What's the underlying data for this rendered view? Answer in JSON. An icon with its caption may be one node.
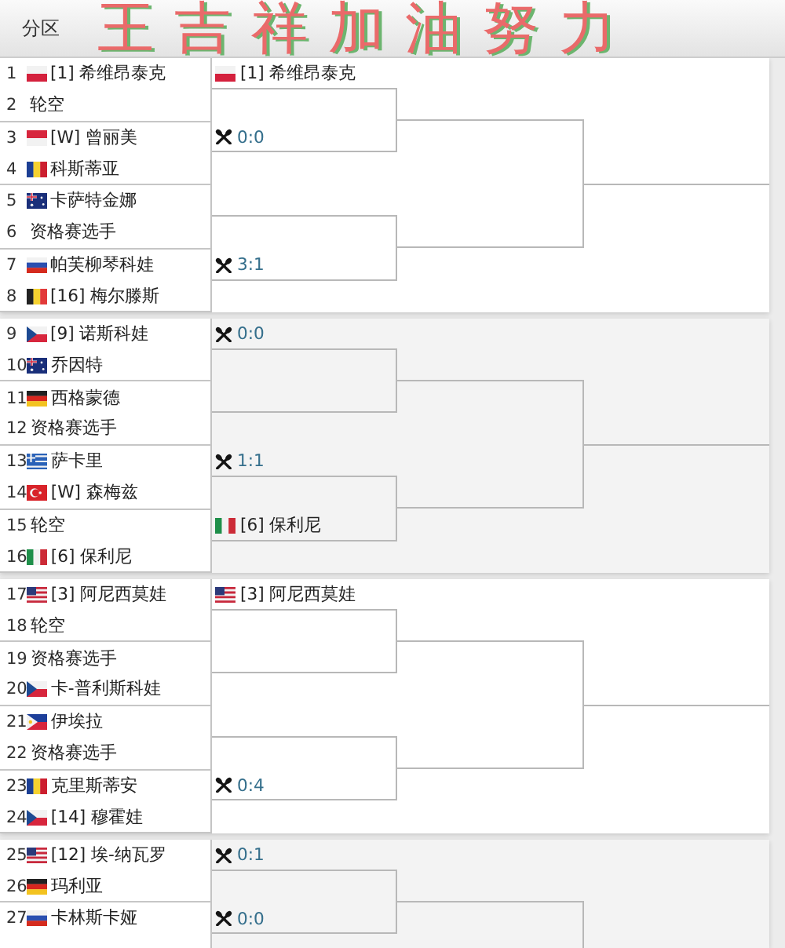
{
  "diagram": {
    "title": "王吉祥加油努力",
    "nodes": [
      {
        "text": [
          "1",
          "[1] 希维昂泰克"
        ]
      },
      {
        "text": [
          "2",
          "轮空"
        ]
      },
      {
        "text": [
          "3",
          "[W] 曾丽美"
        ]
      },
      {
        "text": [
          "4",
          "科斯蒂亚"
        ]
      },
      {
        "text": [
          "5",
          "卡萨特金娜"
        ]
      },
      {
        "text": [
          "6",
          "资格赛选手"
        ]
      },
      {
        "text": [
          "7",
          "帕芙柳琴科娃"
        ]
      },
      {
        "text": [
          "8",
          "[16] 梅尔滕斯"
        ]
      },
      {
        "text": [
          "9",
          "[9] 诺斯科娃"
        ]
      },
      {
        "text": [
          "10",
          "乔因特"
        ]
      },
      {
        "text": [
          "11",
          "西格蒙德"
        ]
      },
      {
        "text": [
          "12",
          "资格赛选手"
        ]
      },
      {
        "text": [
          "13",
          "萨卡里"
        ]
      },
      {
        "text": [
          "14",
          "[W] 森梅兹"
        ]
      },
      {
        "text": [
          "15",
          "轮空"
        ]
      },
      {
        "text": [
          "16",
          "[6] 保利尼"
        ]
      },
      {
        "text": [
          "17",
          "[3] 阿尼西莫娃"
        ]
      },
      {
        "text": [
          "18",
          "轮空"
        ]
      },
      {
        "text": [
          "19",
          "资格赛选手"
        ]
      },
      {
        "text": [
          "20",
          "卡-普利斯科娃"
        ]
      },
      {
        "text": [
          "21",
          "伊埃拉"
        ]
      },
      {
        "text": [
          "22",
          "资格赛选手"
        ]
      },
      {
        "text": [
          "23",
          "克里斯蒂安"
        ]
      },
      {
        "text": [
          "24",
          "[14] 穆霍娃"
        ]
      },
      {
        "text": [
          "25",
          "[12] 埃-纳瓦罗"
        ]
      },
      {
        "text": [
          "26",
          "玛利亚"
        ]
      },
      {
        "text": [
          "27",
          "卡林斯卡娅"
        ]
      },
      {
        "text": [
          "[1] 希维昂泰克"
        ]
      },
      {
        "text": [
          "0:0"
        ]
      },
      {
        "text": [],
        "shape": "line"
      },
      {
        "text": [
          "3:1"
        ]
      },
      {
        "text": [
          "0:0"
        ]
      },
      {
        "text": [],
        "shape": "line"
      },
      {
        "text": [
          "1:1"
        ]
      },
      {
        "text": [
          "[6] 保利尼"
        ]
      },
      {
        "text": [
          "[3] 阿尼西莫娃"
        ]
      },
      {
        "text": [],
        "shape": "line"
      },
      {
        "text": [],
        "shape": "line"
      },
      {
        "text": [
          "0:4"
        ]
      },
      {
        "text": [
          "0:1"
        ]
      },
      {
        "text": [
          "0:0"
        ]
      },
      {
        "text": [],
        "shape": "line"
      },
      {
        "text": [],
        "shape": "line"
      },
      {
        "text": [],
        "shape": "line"
      },
      {
        "text": [],
        "shape": "line"
      },
      {
        "text": [],
        "shape": "line"
      },
      {
        "text": [],
        "shape": "line"
      },
      {
        "text": [],
        "shape": "line"
      },
      {
        "text": [],
        "shape": "line"
      },
      {
        "text": [],
        "shape": "line"
      },
      {
        "text": [],
        "shape": "line"
      }
    ],
    "edges": [
      {
        "from": 27,
        "to": 41,
        "arrow": "none"
      },
      {
        "from": 28,
        "to": 41,
        "arrow": "none"
      },
      {
        "from": 29,
        "to": 42,
        "arrow": "none"
      },
      {
        "from": 30,
        "to": 42,
        "arrow": "none"
      },
      {
        "from": 31,
        "to": 43,
        "arrow": "none"
      },
      {
        "from": 32,
        "to": 43,
        "arrow": "none"
      },
      {
        "from": 33,
        "to": 44,
        "arrow": "none"
      },
      {
        "from": 34,
        "to": 44,
        "arrow": "none"
      },
      {
        "from": 35,
        "to": 45,
        "arrow": "none"
      },
      {
        "from": 36,
        "to": 45,
        "arrow": "none"
      },
      {
        "from": 37,
        "to": 46,
        "arrow": "none"
      },
      {
        "from": 38,
        "to": 46,
        "arrow": "none"
      },
      {
        "from": 39,
        "to": 47,
        "arrow": "none"
      },
      {
        "from": 40,
        "to": 47,
        "arrow": "none"
      },
      {
        "from": 41,
        "to": 48,
        "arrow": "none"
      },
      {
        "from": 42,
        "to": 48,
        "arrow": "none"
      },
      {
        "from": 43,
        "to": 49,
        "arrow": "none"
      },
      {
        "from": 44,
        "to": 49,
        "arrow": "none"
      },
      {
        "from": 45,
        "to": 50,
        "arrow": "none"
      },
      {
        "from": 46,
        "to": 50,
        "arrow": "none"
      },
      {
        "from": 47,
        "to": null,
        "arrow": "none"
      }
    ],
    "labels": [
      "分区"
    ]
  }
}
